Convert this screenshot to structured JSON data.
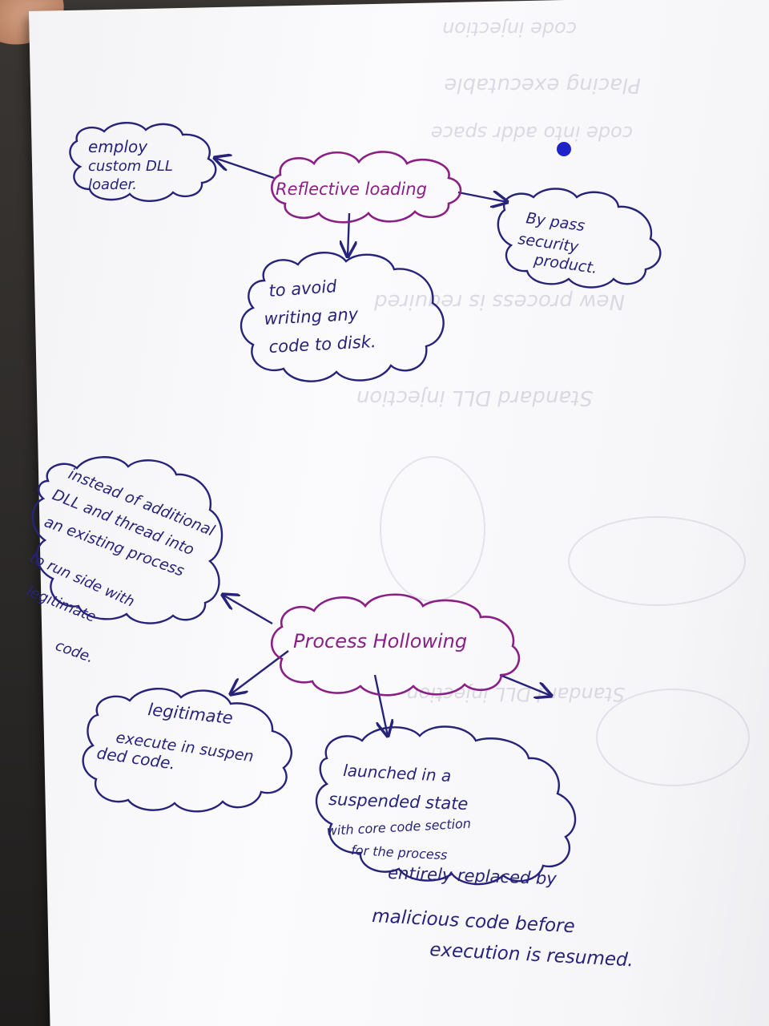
{
  "nodes": {
    "reflective_loading": {
      "label": "Reflective loading",
      "children": [
        {
          "lines": [
            "employ",
            "custom DLL",
            "loader."
          ]
        },
        {
          "lines": [
            "By pass",
            "security",
            "product."
          ]
        },
        {
          "lines": [
            "to avoid",
            "writing any",
            "code to disk."
          ]
        }
      ]
    },
    "process_hollowing": {
      "label": "Process Hollowing",
      "children": [
        {
          "lines": [
            "instead of additional",
            "DLL and thread into",
            "an existing process",
            "to run side with",
            "legitimate",
            "code."
          ]
        },
        {
          "lines": [
            "legitimate",
            "execute in suspen",
            "ded code."
          ]
        },
        {
          "lines": [
            "launched in a",
            "suspended state",
            "with core code section",
            "for the process",
            "entirely replaced by",
            "malicious code before",
            "execution is resumed."
          ]
        }
      ]
    }
  },
  "colors": {
    "ink_blue": "#27237a",
    "ink_purple": "#8a1f86",
    "paper": "#f8f8fa"
  }
}
